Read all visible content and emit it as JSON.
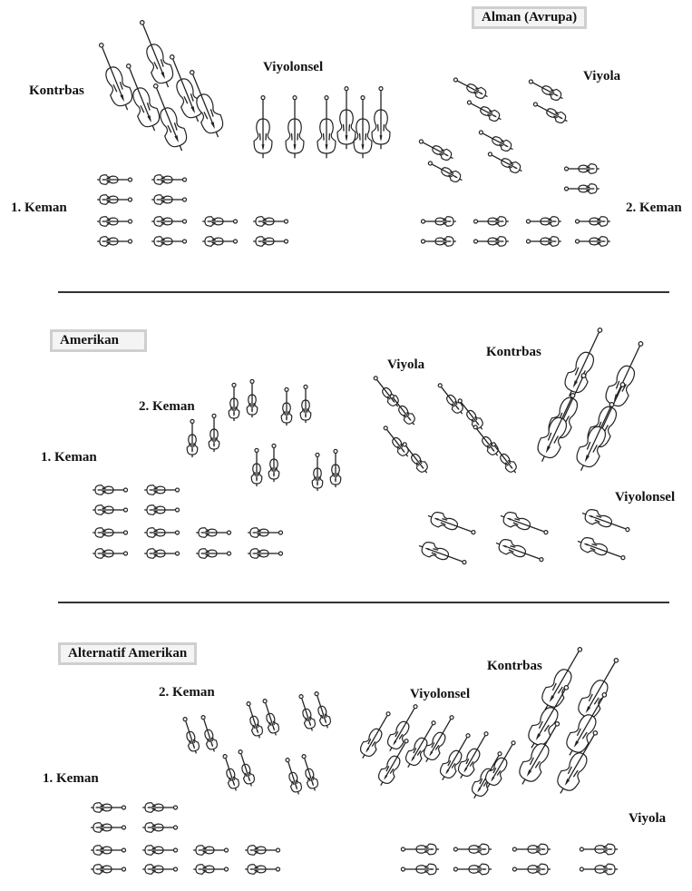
{
  "colors": {
    "ink": "#111111",
    "divider": "#333333",
    "box_fill": "#f4f4f4",
    "box_border": "#cfcfcf"
  },
  "panels": [
    {
      "title": "Alman (Avrupa)",
      "labels": {
        "kontrbas": "Kontrbas",
        "viyolonsel": "Viyolonsel",
        "viyola": "Viyola",
        "keman1": "1. Keman",
        "keman2": "2. Keman"
      }
    },
    {
      "title": "Amerikan",
      "labels": {
        "keman1": "1. Keman",
        "keman2": "2. Keman",
        "viyola": "Viyola",
        "kontrbas": "Kontrbas",
        "viyolonsel": "Viyolonsel"
      }
    },
    {
      "title": "Alternatif Amerikan",
      "labels": {
        "kontrbas": "Kontrbas",
        "keman2": "2. Keman",
        "viyolonsel": "Viyolonsel",
        "keman1": "1. Keman",
        "viyola": "Viyola"
      }
    }
  ]
}
